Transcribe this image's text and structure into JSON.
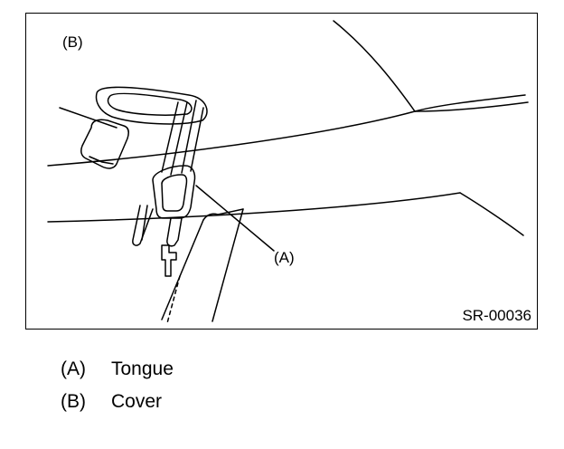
{
  "figure": {
    "callouts": {
      "tongue": "(A)",
      "cover": "(B)"
    },
    "figure_code": "SR-00036"
  },
  "legend": [
    {
      "key": "(A)",
      "label": "Tongue"
    },
    {
      "key": "(B)",
      "label": "Cover"
    }
  ]
}
